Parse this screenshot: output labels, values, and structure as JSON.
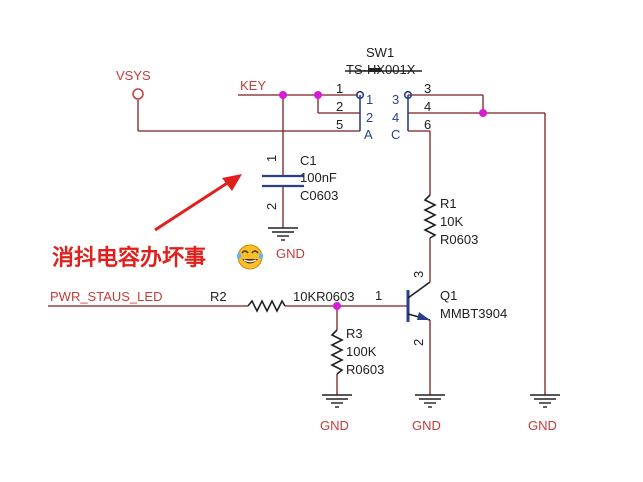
{
  "labels": {
    "vsys": "VSYS",
    "key": "KEY",
    "sw_ref": "SW1",
    "sw_part": "TS-HX001X",
    "c1_ref": "C1",
    "c1_value": "100nF",
    "c1_pkg": "C0603",
    "r1_ref": "R1",
    "r1_value": "10K",
    "r1_pkg": "R0603",
    "q1_ref": "Q1",
    "q1_part": "MMBT3904",
    "r2_ref": "R2",
    "r2_value_pkg": "10KR0603",
    "r3_ref": "R3",
    "r3_value": "100K",
    "r3_pkg": "R0603",
    "net_pwr": "PWR_STAUS_LED",
    "gnd": "GND"
  },
  "pins": {
    "sw_1": "1",
    "sw_2": "2",
    "sw_5": "5",
    "sw_3": "3",
    "sw_4": "4",
    "sw_6": "6",
    "sw_in_1": "1",
    "sw_in_2": "2",
    "sw_in_3": "3",
    "sw_in_4": "4",
    "sw_in_a": "A",
    "sw_in_c": "C",
    "c1_1": "1",
    "c1_2": "2",
    "q1_1": "1",
    "q1_2": "2",
    "q1_3": "3"
  },
  "annotation": {
    "text": "消抖电容办坏事"
  },
  "colors": {
    "wire": "#7a1f1f",
    "label_red": "#c43c3c",
    "junction": "#d81bd8",
    "annotation": "#e0201c"
  }
}
